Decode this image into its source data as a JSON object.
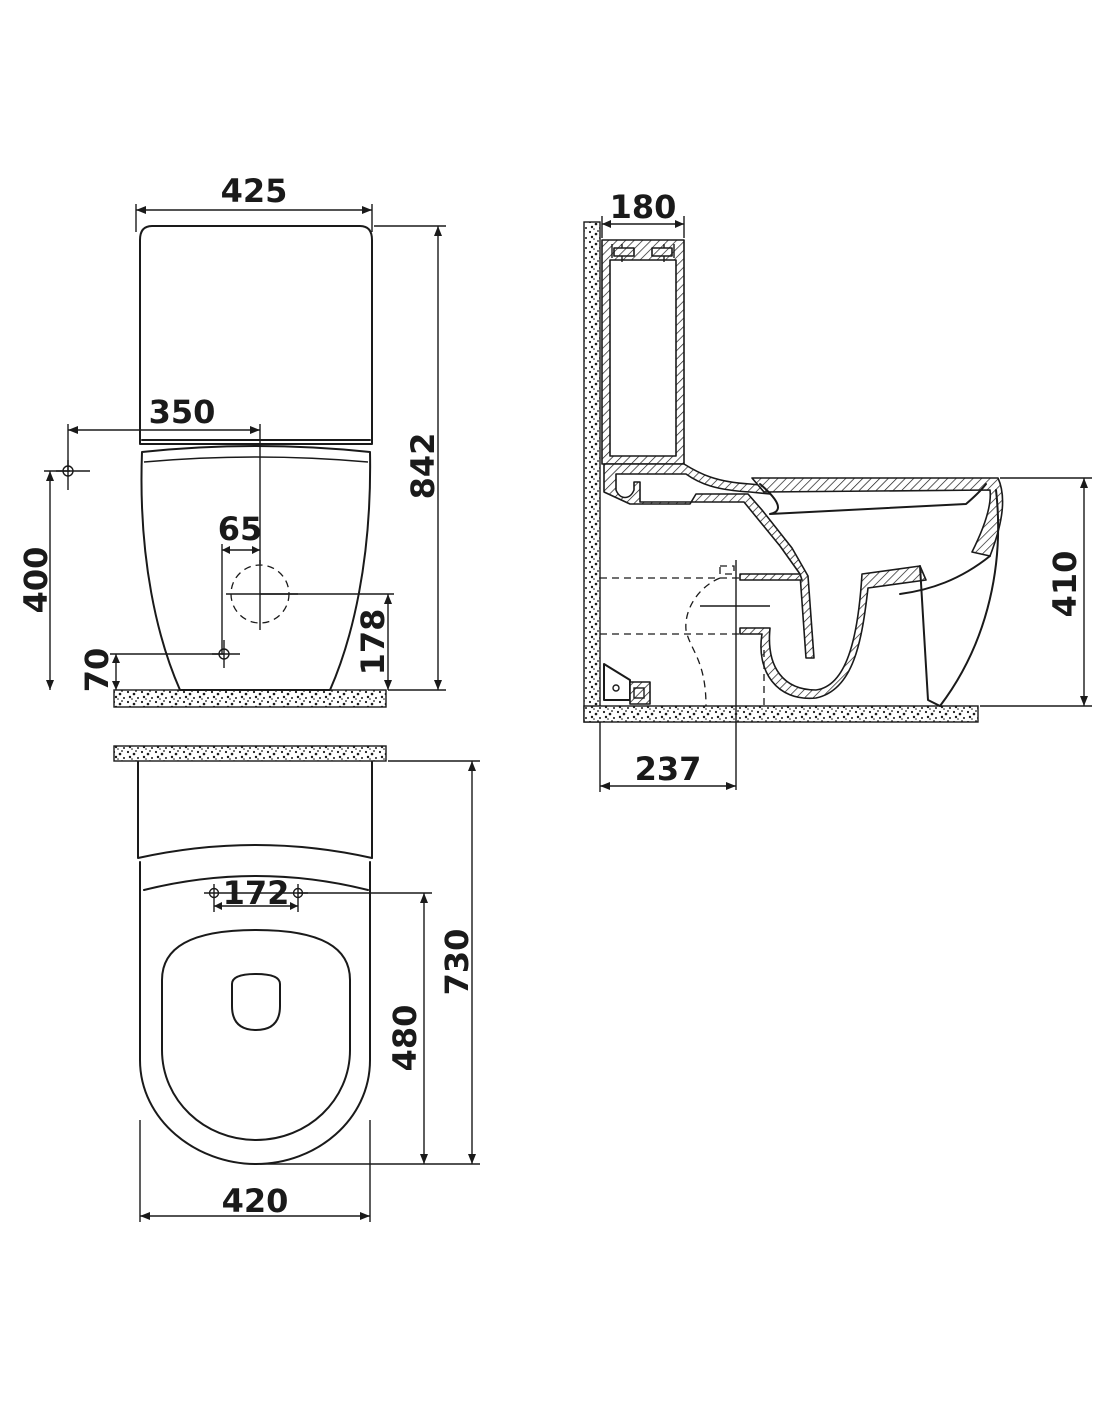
{
  "dimensions": {
    "tank_width": "425",
    "total_height": "842",
    "inlet_offset": "350",
    "inlet_height": "400",
    "outlet_offset": "65",
    "outlet_height": "178",
    "floor_inlet_height": "70",
    "tank_depth": "180",
    "seat_height": "410",
    "outlet_wall_distance": "237",
    "fixing_hole_spacing": "172",
    "fixing_to_front": "480",
    "total_depth": "730",
    "bowl_width": "420"
  }
}
